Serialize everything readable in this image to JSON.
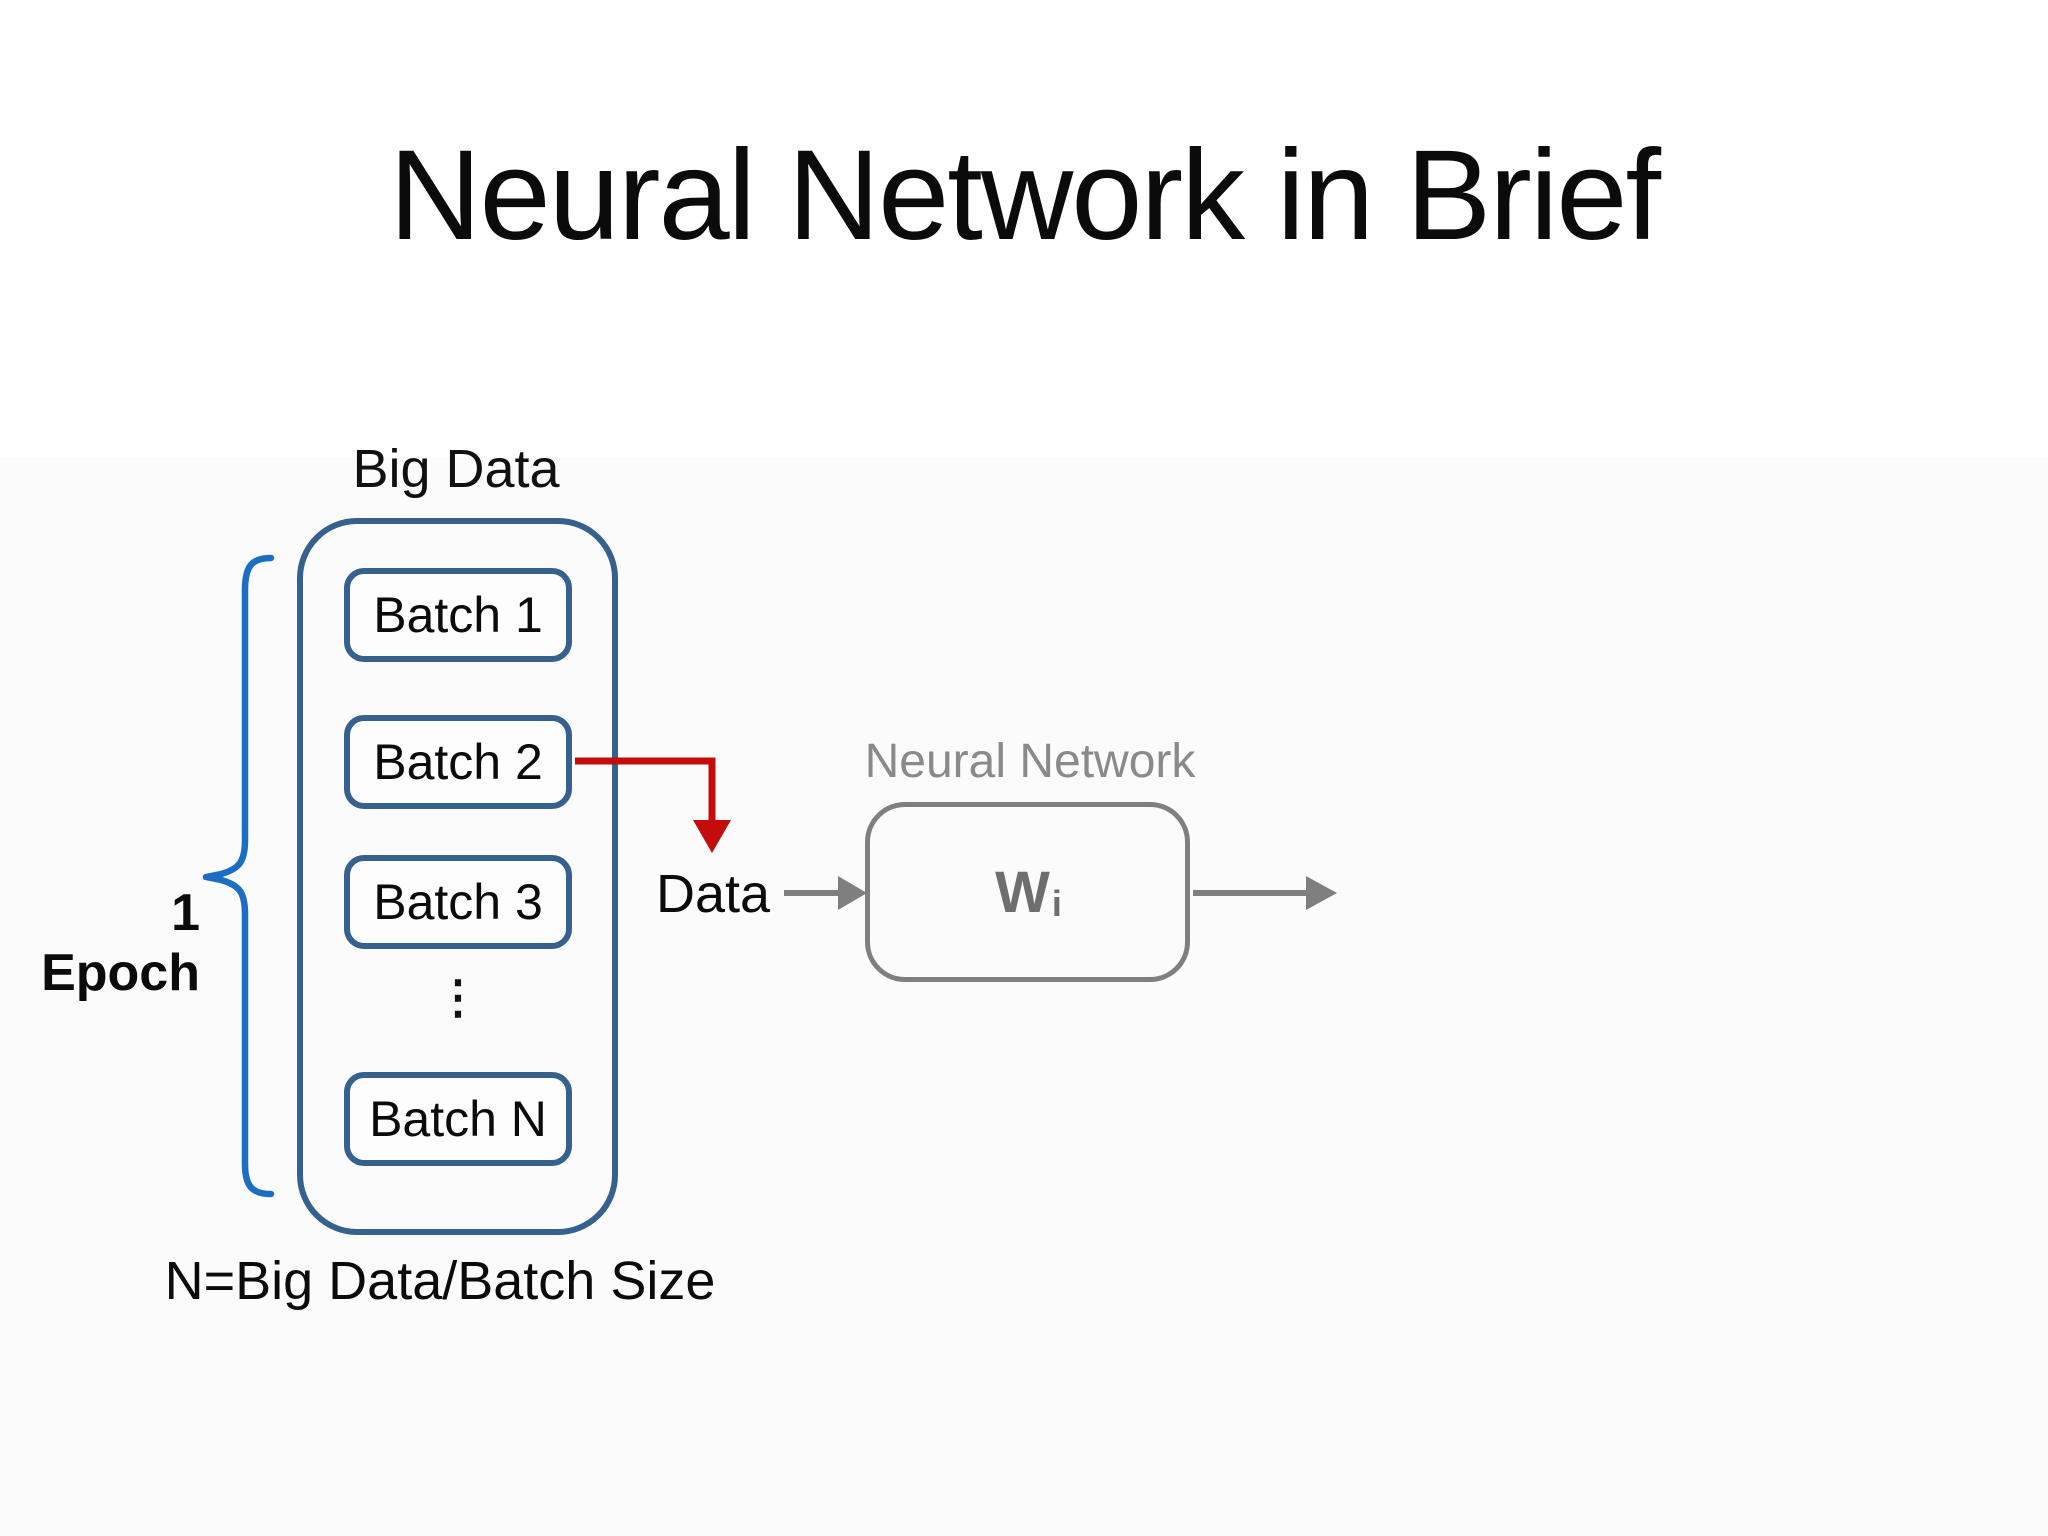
{
  "slide": {
    "title": "Neural Network in Brief"
  },
  "big_data": {
    "label": "Big Data",
    "batches": [
      "Batch 1",
      "Batch 2",
      "Batch 3",
      "Batch N"
    ],
    "ellipsis": "⋮"
  },
  "epoch": {
    "label": "1 Epoch"
  },
  "flow": {
    "data_label": "Data"
  },
  "network": {
    "label": "Neural Network",
    "weight_symbol": "W",
    "weight_subscript": "i"
  },
  "formula": {
    "text": "N=Big Data/Batch Size"
  },
  "colors": {
    "container_blue": "#35618C",
    "brace_blue": "#1B6EC1",
    "arrow_red": "#C40C0C",
    "arrow_gray": "#7F7F7F",
    "network_label_gray": "#8A8A8A",
    "weight_gray": "#6E6E6E"
  }
}
